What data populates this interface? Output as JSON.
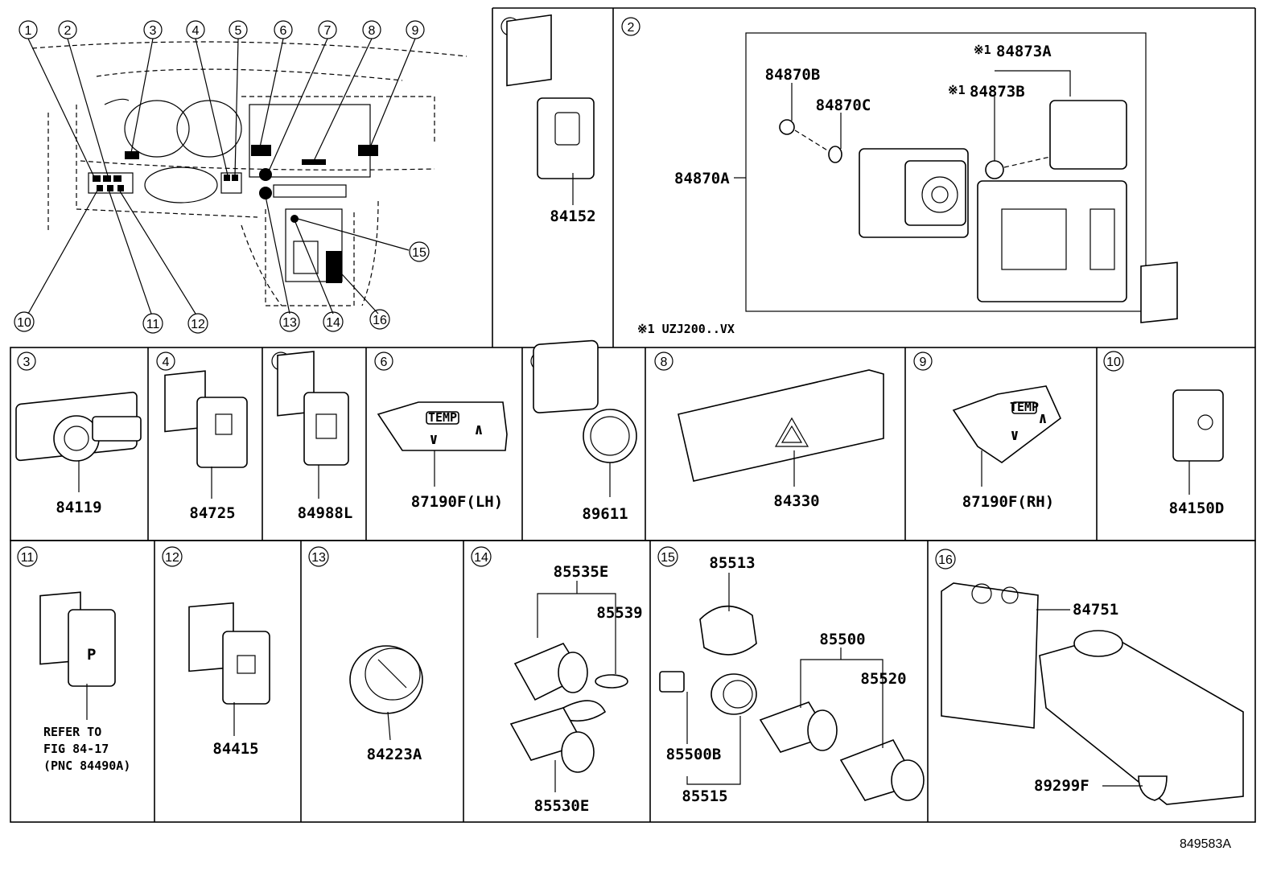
{
  "callouts": [
    "1",
    "2",
    "3",
    "4",
    "5",
    "6",
    "7",
    "8",
    "9",
    "10",
    "11",
    "12",
    "13",
    "14",
    "15",
    "16"
  ],
  "panels": {
    "p1": {
      "callout": "1",
      "parts": [
        "84152"
      ]
    },
    "p2": {
      "callout": "2",
      "parts": [
        "84870B",
        "84870C",
        "84870A",
        "84873A",
        "84873B"
      ],
      "mark": "※1",
      "note": "※1 UZJ200..VX"
    },
    "p3": {
      "callout": "3",
      "parts": [
        "84119"
      ]
    },
    "p4": {
      "callout": "4",
      "parts": [
        "84725"
      ]
    },
    "p5": {
      "callout": "5",
      "parts": [
        "84988L"
      ]
    },
    "p6": {
      "callout": "6",
      "parts": [
        "87190F(LH)"
      ],
      "label": "TEMP"
    },
    "p7": {
      "callout": "7",
      "parts": [
        "89611"
      ]
    },
    "p8": {
      "callout": "8",
      "parts": [
        "84330"
      ]
    },
    "p9": {
      "callout": "9",
      "parts": [
        "87190F(RH)"
      ],
      "label": "TEMP"
    },
    "p10": {
      "callout": "10",
      "parts": [
        "84150D"
      ]
    },
    "p11": {
      "callout": "11",
      "parts": [],
      "refer": [
        "REFER TO",
        "FIG 84-17",
        "(PNC 84490A)"
      ]
    },
    "p12": {
      "callout": "12",
      "parts": [
        "84415"
      ]
    },
    "p13": {
      "callout": "13",
      "parts": [
        "84223A"
      ]
    },
    "p14": {
      "callout": "14",
      "parts": [
        "85535E",
        "85539",
        "85530E"
      ]
    },
    "p15": {
      "callout": "15",
      "parts": [
        "85513",
        "85500",
        "85520",
        "85500B",
        "85515"
      ]
    },
    "p16": {
      "callout": "16",
      "parts": [
        "84751",
        "89299F"
      ]
    }
  },
  "drawing_id": "849583A",
  "colors": {
    "line": "#000000",
    "background": "#ffffff"
  }
}
